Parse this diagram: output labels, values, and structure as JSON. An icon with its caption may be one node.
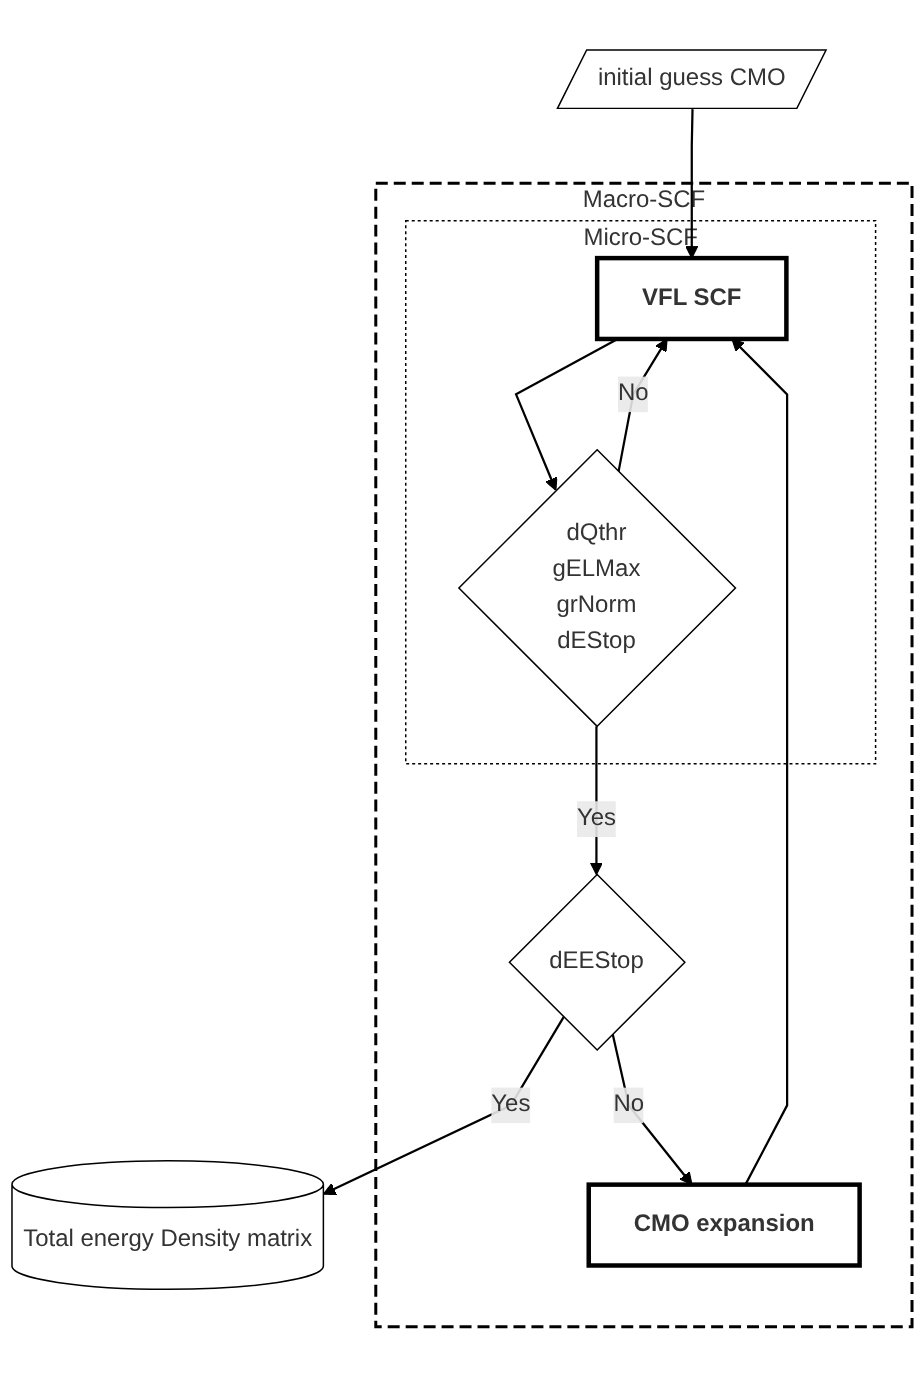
{
  "diagram": {
    "nodes": [
      {
        "text": [
          "initial guess CMO"
        ]
      },
      {
        "text": [
          "Macro-SCF"
        ]
      },
      {
        "text": [
          "Micro-SCF"
        ],
        "in": 1
      },
      {
        "text": [
          "VFL SCF"
        ],
        "in": 2
      },
      {
        "text": [
          "dQthr",
          "gELMax",
          "grNorm",
          "dEStop"
        ],
        "in": 2
      },
      {
        "text": [
          "dEEStop"
        ],
        "in": 1
      },
      {
        "text": [
          "CMO expansion"
        ],
        "in": 1
      },
      {
        "text": [
          "Total energy Density matrix"
        ]
      }
    ],
    "edges": [
      {
        "from": 0,
        "to": 3,
        "arrow": "to"
      },
      {
        "from": 3,
        "to": 4,
        "arrow": "to"
      },
      {
        "from": 4,
        "to": 3,
        "label": "No",
        "arrow": "to"
      },
      {
        "from": 4,
        "to": 5,
        "label": "Yes",
        "arrow": "to"
      },
      {
        "from": 5,
        "to": 7,
        "label": "Yes",
        "arrow": "to"
      },
      {
        "from": 5,
        "to": 6,
        "label": "No",
        "arrow": "to"
      },
      {
        "from": 6,
        "to": 3,
        "arrow": "to"
      }
    ]
  }
}
